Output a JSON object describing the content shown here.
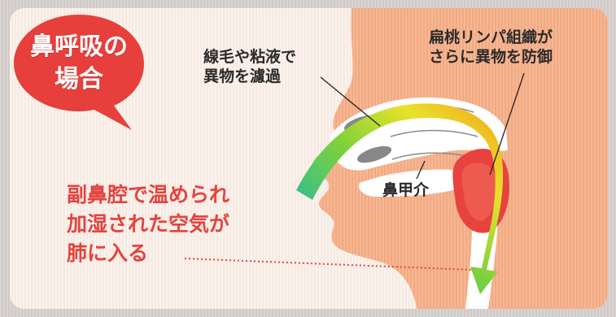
{
  "title_bubble": {
    "line1": "鼻呼吸の",
    "line2": "場合"
  },
  "labels": {
    "cilia_line1": "線毛や粘液で",
    "cilia_line2": "異物を濾過",
    "tonsil_line1": "扁桃リンパ組織が",
    "tonsil_line2": "さらに異物を防御",
    "turbinate": "鼻甲介"
  },
  "main_text": {
    "line1": "副鼻腔で温められ",
    "line2": "加湿された空気が",
    "line3": "肺に入る"
  },
  "colors": {
    "bubble": "#e63f3c",
    "skin": "#f5b48f",
    "airway": "#ffffff",
    "main_text": "#e5433f",
    "tonsil": "#e8423e"
  }
}
